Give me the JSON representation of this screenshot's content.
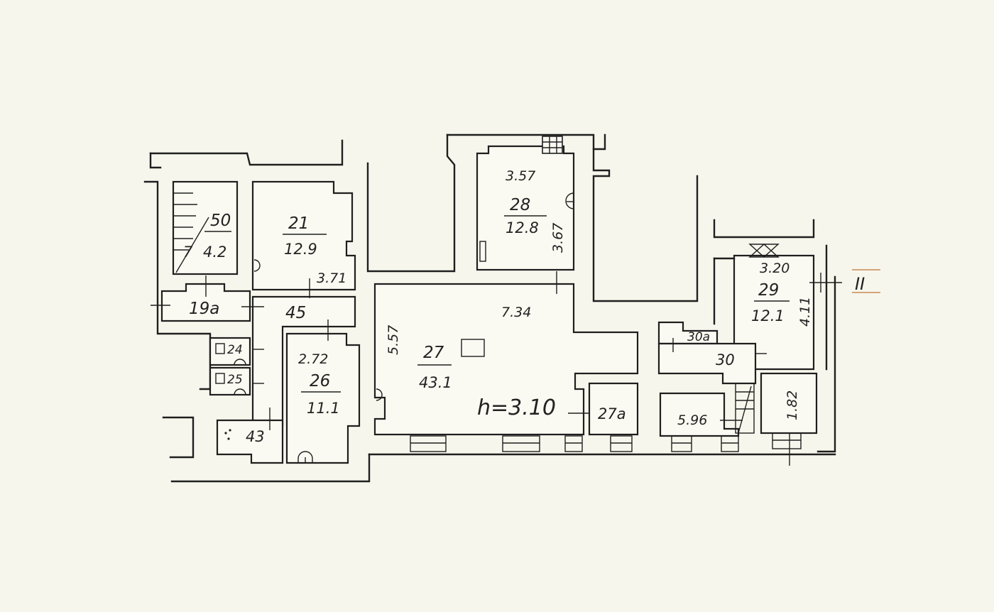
{
  "colors": {
    "paper": "#f7f6ec",
    "ink": "#1f1f1f",
    "height_ink": "#3a4fb0",
    "marker_ink": "#c98a55"
  },
  "rooms": {
    "r50": {
      "number": "50",
      "area": "4.2",
      "stair_mark": "7"
    },
    "r21": {
      "number": "21",
      "area": "12.9"
    },
    "r28": {
      "number": "28",
      "area": "12.8"
    },
    "r29": {
      "number": "29",
      "area": "12.1"
    },
    "r27": {
      "number": "27",
      "area": "43.1"
    },
    "r26": {
      "number": "26",
      "area": "11.1"
    },
    "r19a": {
      "number": "19a"
    },
    "r45": {
      "number": "45"
    },
    "r24": {
      "number": "24"
    },
    "r25": {
      "number": "25"
    },
    "r43": {
      "number": "43"
    },
    "r27a": {
      "number": "27a"
    },
    "r30": {
      "number": "30"
    },
    "r30a": {
      "number": "30a"
    }
  },
  "dimensions": {
    "d371": "3.71",
    "d357": "3.57",
    "d367": "3.67",
    "d320": "3.20",
    "d411": "4.11",
    "d734": "7.34",
    "d557": "5.57",
    "d272": "2.72",
    "d596": "5.96",
    "d182": "1.82"
  },
  "ceiling_height": "h=3.10",
  "section_marker": "II"
}
